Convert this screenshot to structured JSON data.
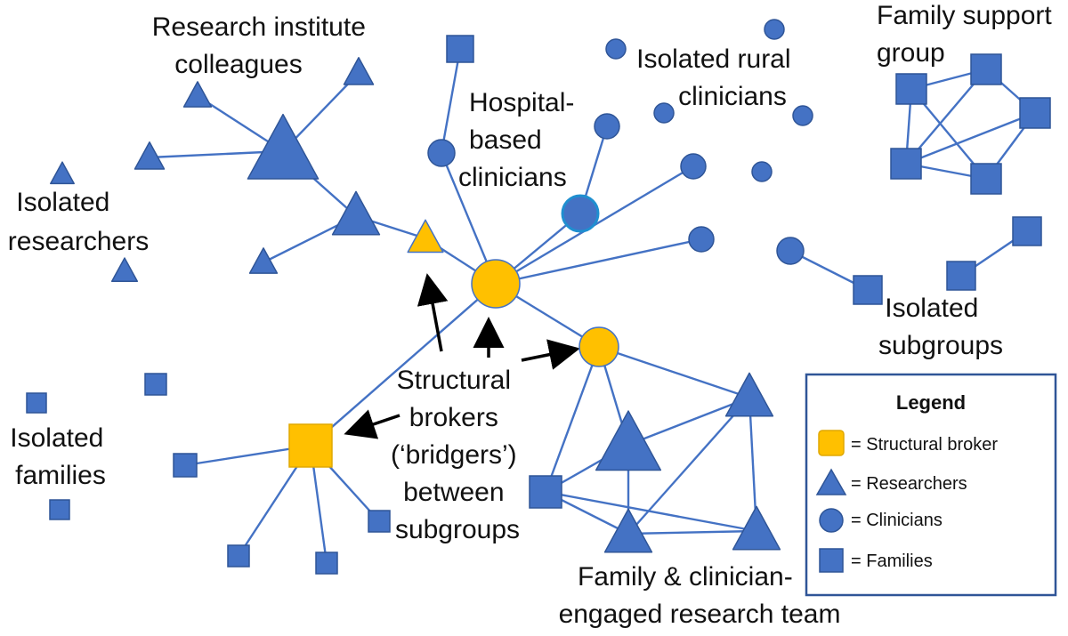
{
  "colors": {
    "researcher_fill": "#4472C4",
    "researcher_stroke": "#2F5597",
    "broker_fill": "#FFC000",
    "broker_stroke": "#4472C4",
    "edge": "#4472C4",
    "arrow": "#000000",
    "text": "#111111",
    "legend_border": "#2F5597"
  },
  "labels": {
    "research_institute_colleagues": [
      "Research institute",
      "colleagues"
    ],
    "isolated_rural_clinicians": [
      "Isolated rural",
      "clinicians"
    ],
    "family_support_group": [
      "Family support",
      "group"
    ],
    "hospital_based_clinicians": [
      "Hospital-",
      "based",
      "clinicians"
    ],
    "isolated_researchers": [
      "Isolated",
      "researchers"
    ],
    "isolated_subgroups": [
      "Isolated",
      "subgroups"
    ],
    "structural_brokers": [
      "Structural",
      "brokers",
      "(‘bridgers’)",
      "between",
      "subgroups"
    ],
    "isolated_families": [
      "Isolated",
      "families"
    ],
    "research_team": [
      "Family & clinician-",
      "engaged research team"
    ]
  },
  "legend": {
    "title": "Legend",
    "items": [
      {
        "shape": "square",
        "color": "broker",
        "label": "= Structural broker"
      },
      {
        "shape": "triangle",
        "color": "blue",
        "label": "= Researchers"
      },
      {
        "shape": "circle",
        "color": "blue",
        "label": "= Clinicians"
      },
      {
        "shape": "square",
        "color": "blue",
        "label": "= Families"
      }
    ]
  },
  "node_types": {
    "triangle": "Researchers",
    "circle": "Clinicians",
    "square": "Families",
    "broker": "Structural broker"
  }
}
